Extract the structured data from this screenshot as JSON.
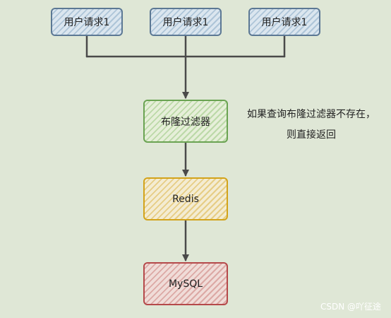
{
  "nodes": {
    "request_1": "用户请求1",
    "request_2": "用户请求1",
    "request_3": "用户请求1",
    "bloom_filter": "布隆过滤器",
    "redis": "Redis",
    "mysql": "MySQL"
  },
  "annotation": {
    "line_1": "如果查询布隆过滤器不存在，",
    "line_2": "则直接返回"
  },
  "watermark": "CSDN @吖征途",
  "colors": {
    "background": "#dfe7d6",
    "request_border": "#5c7894",
    "bloom_border": "#6aa352",
    "redis_border": "#d3a31a",
    "mysql_border": "#b5494a",
    "connector": "#4a4a4a"
  }
}
